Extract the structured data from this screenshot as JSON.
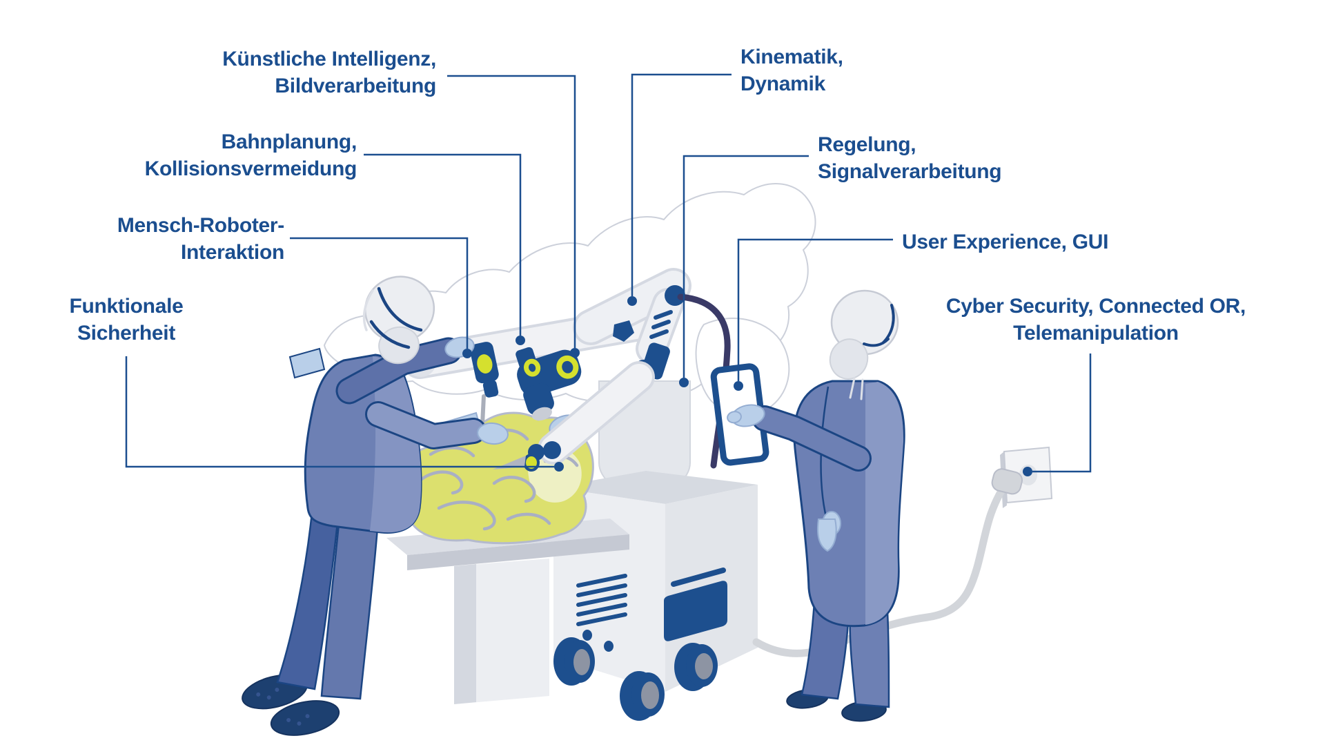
{
  "labels": {
    "kuenstliche_intelligenz": {
      "line1": "Künstliche Intelligenz,",
      "line2": "Bildverarbeitung"
    },
    "bahnplanung": {
      "line1": "Bahnplanung,",
      "line2": "Kollisionsvermeidung"
    },
    "mensch_roboter": {
      "line1": "Mensch-Roboter-",
      "line2": "Interaktion"
    },
    "funktionale_sicherheit": {
      "line1": "Funktionale",
      "line2": "Sicherheit"
    },
    "kinematik": {
      "line1": "Kinematik,",
      "line2": "Dynamik"
    },
    "regelung": {
      "line1": "Regelung,",
      "line2": "Signalverarbeitung"
    },
    "user_experience": {
      "line1": "User Experience, GUI"
    },
    "cyber_security": {
      "line1": "Cyber Security, Connected OR,",
      "line2": "Telemanipulation"
    }
  },
  "colors": {
    "label_text": "#1b4e8f",
    "connector_line": "#1b4e8f",
    "robot_navy": "#1d4f8e",
    "accent_yellow": "#d5e02e",
    "brain_yellow": "#dce06e",
    "scrub_blue": "#6d80b4",
    "scrub_light": "#8999c5",
    "glove_blue": "#b9cfe9",
    "equipment_gray": "#eceef2",
    "cable_gray": "#d2d5da",
    "cable_navy": "#3a3a67",
    "background": "#ffffff"
  },
  "scene": {
    "figures": [
      "surgeon-with-instrument",
      "assistant-with-tablet"
    ],
    "objects": [
      "robotic-arm",
      "camera-head",
      "operating-table",
      "brain",
      "robot-cart",
      "tablet",
      "power-outlet",
      "power-cable"
    ]
  }
}
